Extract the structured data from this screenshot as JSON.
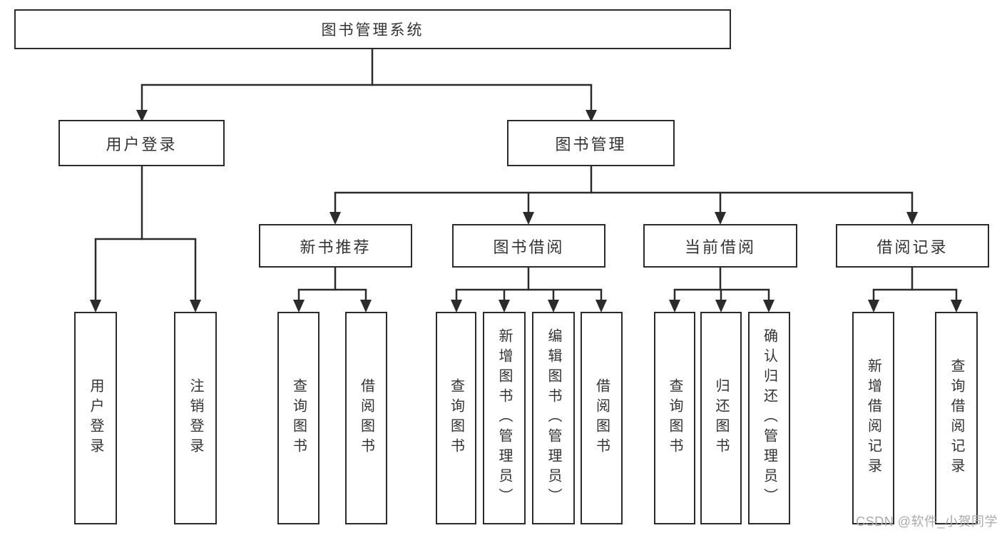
{
  "tree": {
    "root": {
      "label": "图书管理系统"
    },
    "branches": [
      {
        "label": "用户登录",
        "children": [
          {
            "label": "用户登录"
          },
          {
            "label": "注销登录"
          }
        ]
      },
      {
        "label": "图书管理",
        "children": [
          {
            "label": "新书推荐",
            "children": [
              {
                "label": "查询图书"
              },
              {
                "label": "借阅图书"
              }
            ]
          },
          {
            "label": "图书借阅",
            "children": [
              {
                "label": "查询图书"
              },
              {
                "label": "新增图书（管理员）"
              },
              {
                "label": "编辑图书（管理员）"
              },
              {
                "label": "借阅图书"
              }
            ]
          },
          {
            "label": "当前借阅",
            "children": [
              {
                "label": "查询图书"
              },
              {
                "label": "归还图书"
              },
              {
                "label": "确认归还（管理员）"
              }
            ]
          },
          {
            "label": "借阅记录",
            "children": [
              {
                "label": "新增借阅记录"
              },
              {
                "label": "查询借阅记录"
              }
            ]
          }
        ]
      }
    ]
  },
  "watermark": "CSDN @软件_小贺同学",
  "colors": {
    "line": "#2b2b2b",
    "text": "#333333",
    "watermark": "#aaaaaa",
    "background": "#ffffff"
  }
}
